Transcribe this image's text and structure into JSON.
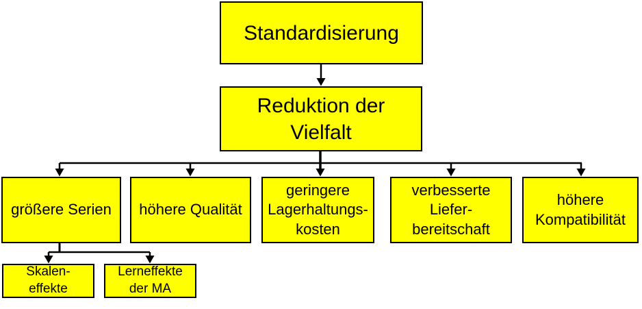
{
  "diagram": {
    "title_node": "Standardisierung",
    "colors": {
      "background": "#ffffff",
      "node_fill": "#ffff00",
      "node_border": "#000000",
      "node_text": "#000000"
    },
    "nodes": {
      "root": {
        "label": "Standardisierung"
      },
      "reduktion": {
        "label": "Reduktion der\nVielfalt"
      },
      "serien": {
        "label": "größere Serien"
      },
      "qualitaet": {
        "label": "höhere Qualität"
      },
      "lager": {
        "label": "geringere\nLagerhaltungs-\nkosten"
      },
      "liefer": {
        "label": "verbesserte\nLiefer-\nbereitschaft"
      },
      "kompat": {
        "label": "höhere\nKompatibilität"
      },
      "skalen": {
        "label": "Skalen-\neffekte"
      },
      "lern": {
        "label": "Lerneffekte\nder MA"
      }
    },
    "edges": [
      "root -> reduktion",
      "reduktion -> serien",
      "reduktion -> qualitaet",
      "reduktion -> lager",
      "reduktion -> liefer",
      "reduktion -> kompat",
      "serien -> skalen",
      "serien -> lern"
    ]
  }
}
